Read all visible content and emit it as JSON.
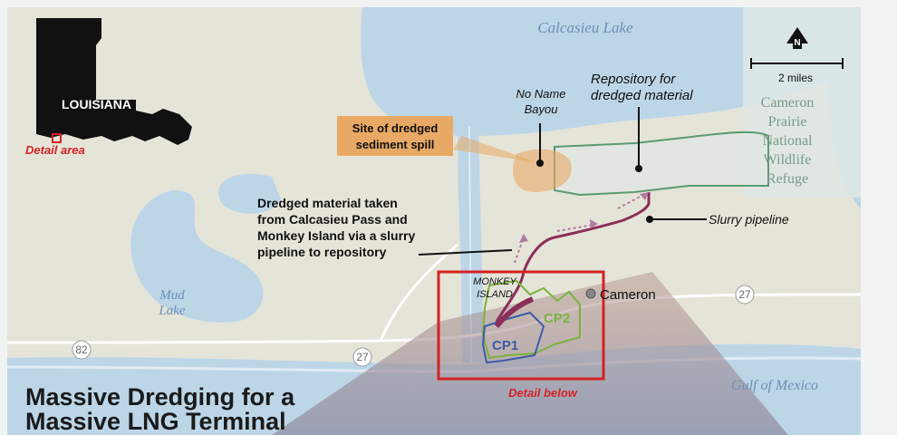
{
  "title": {
    "line1": "Massive Dredging for a",
    "line2": "Massive LNG Terminal"
  },
  "inset": {
    "state_label": "LOUISIANA",
    "detail_label": "Detail area"
  },
  "water": {
    "calcasieu_lake": "Calcasieu Lake",
    "mud_lake_1": "Mud",
    "mud_lake_2": "Lake",
    "gulf": "Gulf of Mexico"
  },
  "refuge": {
    "lines": [
      "Cameron",
      "Prairie",
      "National",
      "Wildlife",
      "Refuge"
    ]
  },
  "scale": {
    "label": "2 miles"
  },
  "compass": {
    "label": "N"
  },
  "labels": {
    "no_name_bayou": [
      "No Name",
      "Bayou"
    ],
    "repository": [
      "Repository for",
      "dredged material"
    ],
    "spill": [
      "Site of dredged",
      "sediment spill"
    ],
    "dredged": [
      "Dredged material taken",
      "from Calcasieu Pass and",
      "Monkey Island via a slurry",
      "pipeline to repository"
    ],
    "slurry_pipeline": "Slurry pipeline",
    "monkey_island": [
      "MONKEY",
      "ISLAND"
    ],
    "cameron": "Cameron",
    "cp1": "CP1",
    "cp2": "CP2",
    "detail_below": "Detail below"
  },
  "highways": [
    "82",
    "27",
    "27"
  ],
  "colors": {
    "land": "#e5e4d8",
    "water": "#bcd6e8",
    "refuge_fill": "#dfe7e4",
    "refuge_outline": "#5c9a72",
    "spill": "#e8a965",
    "pipeline": "#8b2e59",
    "cp1": "#3b5ba8",
    "cp2": "#7bb33e",
    "detail_box": "#d32222",
    "title": "#1a1a1a"
  }
}
